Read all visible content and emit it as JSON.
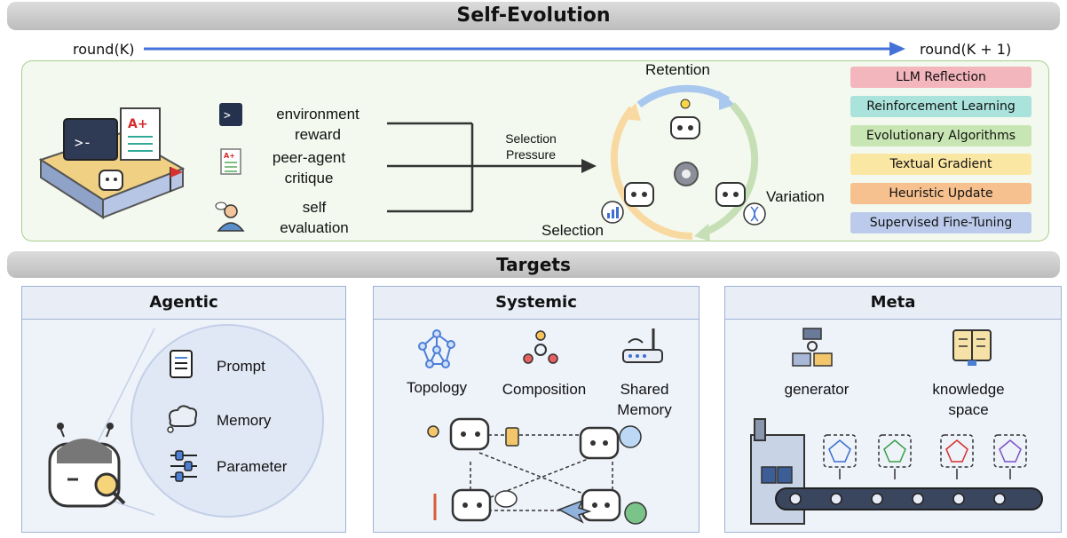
{
  "header": {
    "title": "Self-Evolution"
  },
  "rounds": {
    "from": "round(K)",
    "to": "round(K + 1)"
  },
  "evolution": {
    "sources": [
      {
        "label": "environment\nreward",
        "icon": "terminal-icon"
      },
      {
        "label": "peer-agent\ncritique",
        "icon": "graded-document-icon"
      },
      {
        "label": "self\nevaluation",
        "icon": "thinking-person-icon"
      }
    ],
    "selection_pressure": "Selection\nPressure",
    "cycle": {
      "retention": "Retention",
      "variation": "Variation",
      "selection": "Selection"
    },
    "methods": [
      {
        "label": "LLM Reflection",
        "color": "#f4b6bd"
      },
      {
        "label": "Reinforcement Learning",
        "color": "#a9e3dc"
      },
      {
        "label": "Evolutionary Algorithms",
        "color": "#c8e6b3"
      },
      {
        "label": "Textual Gradient",
        "color": "#fbe7a4"
      },
      {
        "label": "Heuristic Update",
        "color": "#f6c08f"
      },
      {
        "label": "Supervised Fine-Tuning",
        "color": "#bccbec"
      }
    ]
  },
  "targets": {
    "title": "Targets",
    "agentic": {
      "title": "Agentic",
      "items": [
        "Prompt",
        "Memory",
        "Parameter"
      ]
    },
    "systemic": {
      "title": "Systemic",
      "items": [
        "Topology",
        "Composition",
        "Shared\nMemory"
      ]
    },
    "meta": {
      "title": "Meta",
      "items": [
        "generator",
        "knowledge\nspace"
      ]
    }
  }
}
